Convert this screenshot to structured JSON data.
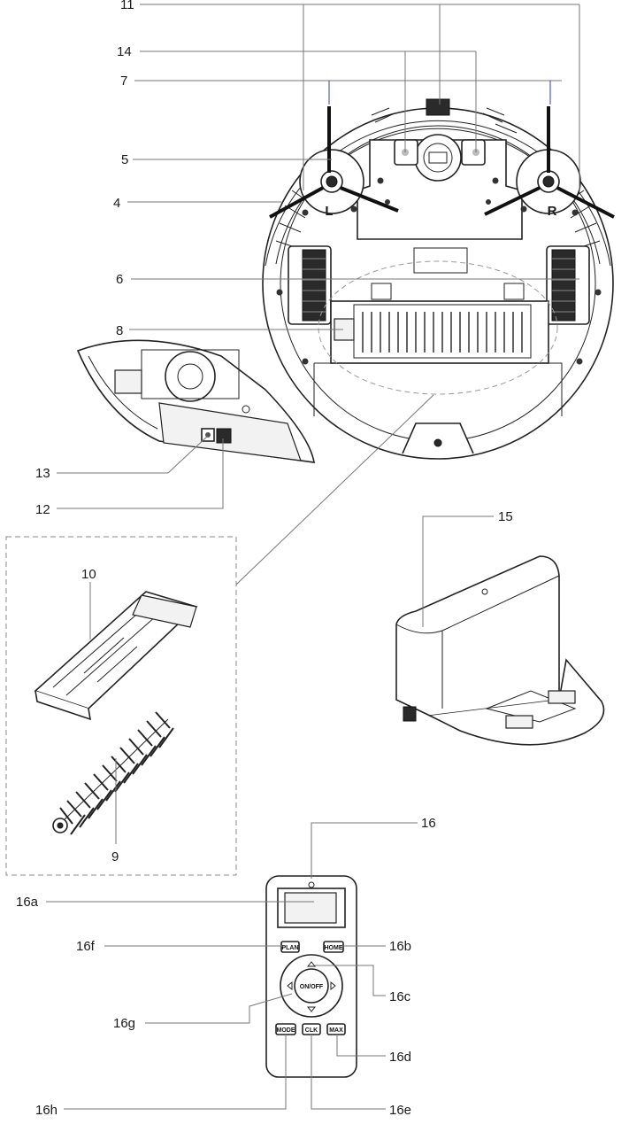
{
  "callouts": {
    "c4": "4",
    "c5": "5",
    "c6": "6",
    "c7": "7",
    "c8": "8",
    "c9": "9",
    "c10": "10",
    "c11": "11",
    "c12": "12",
    "c13": "13",
    "c14": "14",
    "c15": "15",
    "c16": "16",
    "c16a": "16a",
    "c16b": "16b",
    "c16c": "16c",
    "c16d": "16d",
    "c16e": "16e",
    "c16f": "16f",
    "c16g": "16g",
    "c16h": "16h"
  },
  "robot": {
    "brush_left_letter": "L",
    "brush_right_letter": "R"
  },
  "remote": {
    "plan_label": "PLAN",
    "home_label": "HOME",
    "onoff_label": "ON/OFF",
    "mode_label": "MODE",
    "clk_label": "CLK",
    "max_label": "MAX"
  }
}
